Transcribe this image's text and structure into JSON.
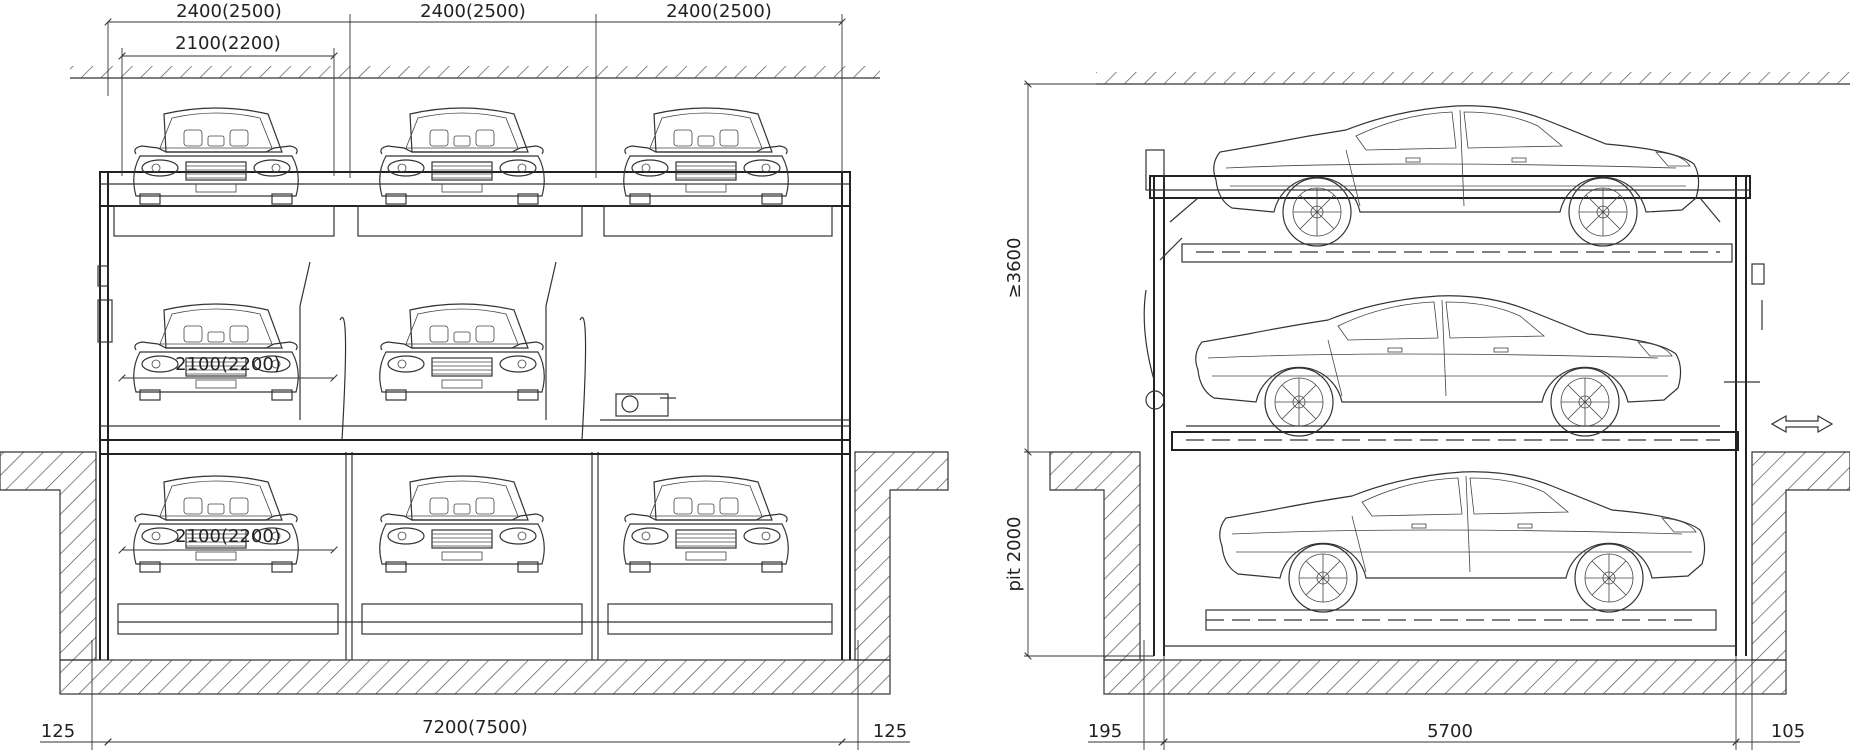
{
  "front_view": {
    "dim_top": [
      "2400(2500)",
      "2400(2500)",
      "2400(2500)"
    ],
    "dim_bay_inner": "2100(2200)",
    "dim_car_width_mid": "2100(2200)",
    "dim_car_width_low": "2100(2200)",
    "dim_total": "7200(7500)",
    "dim_left_clearance": "125",
    "dim_right_clearance": "125"
  },
  "side_view": {
    "dim_height": "≥3600",
    "dim_pit": "pit 2000",
    "dim_left_clearance": "195",
    "dim_length": "5700",
    "dim_right_clearance": "105",
    "arrow": "double-arrow-icon"
  },
  "colors": {
    "line": "#333333",
    "background": "#ffffff",
    "hatch": "#555555"
  }
}
